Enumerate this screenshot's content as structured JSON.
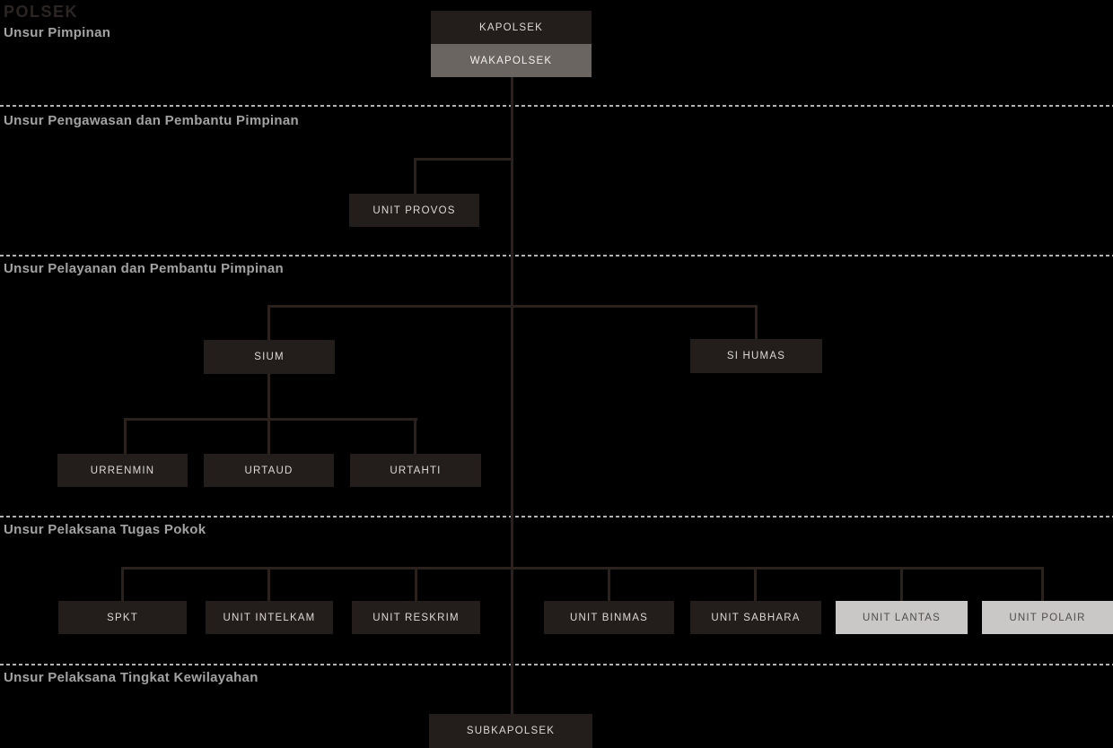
{
  "title": "POLSEK",
  "sections": {
    "pimpinan": "Unsur Pimpinan",
    "pengawasan": "Unsur Pengawasan dan Pembantu Pimpinan",
    "pelayanan": "Unsur Pelayanan dan Pembantu Pimpinan",
    "pelaksana_pokok": "Unsur Pelaksana Tugas Pokok",
    "kewilayahan": "Unsur Pelaksana Tingkat Kewilayahan"
  },
  "nodes": {
    "kapolsek": "KAPOLSEK",
    "wakapolsek": "WAKAPOLSEK",
    "unit_provos": "UNIT PROVOS",
    "sium": "SIUM",
    "si_humas": "SI HUMAS",
    "urrenmin": "URRENMIN",
    "urtaud": "URTAUD",
    "urtahti": "URTAHTI",
    "spkt": "SPKT",
    "unit_intelkam": "UNIT INTELKAM",
    "unit_reskrim": "UNIT RESKRIM",
    "unit_binmas": "UNIT BINMAS",
    "unit_sabhara": "UNIT SABHARA",
    "unit_lantas": "UNIT LANTAS",
    "unit_polair": "UNIT POLAIR",
    "subkapolsek": "SUBKAPOLSEK"
  },
  "hierarchy": {
    "root": "KAPOLSEK",
    "deputy": "WAKAPOLSEK",
    "edges": [
      [
        "KAPOLSEK",
        "UNIT PROVOS"
      ],
      [
        "KAPOLSEK",
        "SIUM"
      ],
      [
        "KAPOLSEK",
        "SI HUMAS"
      ],
      [
        "SIUM",
        "URRENMIN"
      ],
      [
        "SIUM",
        "URTAUD"
      ],
      [
        "SIUM",
        "URTAHTI"
      ],
      [
        "KAPOLSEK",
        "SPKT"
      ],
      [
        "KAPOLSEK",
        "UNIT INTELKAM"
      ],
      [
        "KAPOLSEK",
        "UNIT RESKRIM"
      ],
      [
        "KAPOLSEK",
        "UNIT BINMAS"
      ],
      [
        "KAPOLSEK",
        "UNIT SABHARA"
      ],
      [
        "KAPOLSEK",
        "UNIT LANTAS"
      ],
      [
        "KAPOLSEK",
        "UNIT POLAIR"
      ],
      [
        "KAPOLSEK",
        "SUBKAPOLSEK"
      ]
    ]
  },
  "colors": {
    "background": "#000000",
    "node_dark": "#231e1c",
    "node_dark_text": "#ddd9d6",
    "node_gray": "#6b6562",
    "node_gray_text": "#f1efed",
    "node_light": "#c9c8c7",
    "node_light_text": "#514c49",
    "connector": "#2b211d",
    "divider": "#b3b3b3",
    "section_label": "#a3a3a3",
    "title": "#2b2523"
  }
}
